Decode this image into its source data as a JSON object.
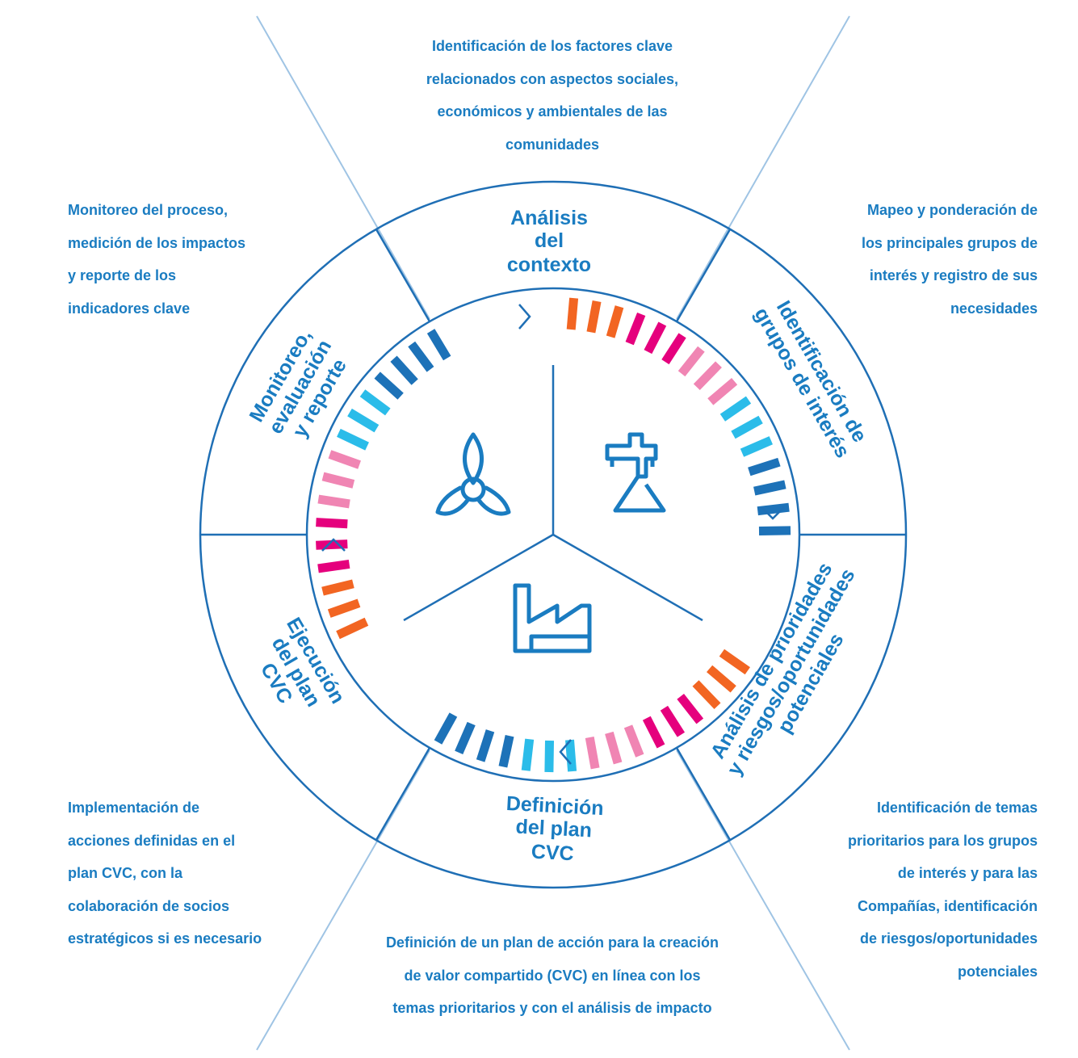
{
  "colors": {
    "primary": "#1a7cc1",
    "line": "#1f6fb5",
    "fade": "#9fc4e4",
    "orange": "#f26522",
    "magenta": "#e5007d",
    "pink": "#f085b3",
    "cyan": "#2bbce9",
    "blue": "#1d72b8"
  },
  "stages": [
    {
      "id": "analisis-contexto",
      "label_lines": [
        "Análisis",
        "del",
        "contexto"
      ]
    },
    {
      "id": "identificacion-grupos",
      "label_lines": [
        "Identificación de",
        "grupos de interés"
      ]
    },
    {
      "id": "analisis-prioridades",
      "label_lines": [
        "Análisis de prioridades",
        "y riesgos/oportunidades",
        "potenciales"
      ]
    },
    {
      "id": "definicion-plan",
      "label_lines": [
        "Definición",
        "del plan",
        "CVC"
      ]
    },
    {
      "id": "ejecucion-plan",
      "label_lines": [
        "Ejecución",
        "del plan",
        "CVC"
      ]
    },
    {
      "id": "monitoreo",
      "label_lines": [
        "Monitoreo,",
        "evaluación",
        "y reporte"
      ]
    }
  ],
  "descriptions": {
    "top": "Identificación de los factores clave\nrelacionados con aspectos sociales,\neconómicos y ambientales de las\ncomunidades",
    "top_right": "Mapeo y ponderación de\nlos principales grupos de\ninterés y registro de sus\nnecesidades",
    "bottom_right": "Identificación de temas\nprioritarios para los grupos\nde interés y para las\nCompañías, identificación\nde riesgos/oportunidades\npotenciales",
    "bottom": "Definición de un plan de acción para la creación\nde valor compartido (CVC) en línea con los\ntemas prioritarios y con el análisis de impacto",
    "bottom_left": "Implementación de\nacciones definidas en el\nplan CVC, con la\ncolaboración de socios\nestratégicos si es necesario",
    "top_left": "Monitoreo del proceso,\nmedición de los impactos\ny reporte de los\nindicadores clave"
  },
  "icons": [
    {
      "name": "wind-turbine-icon"
    },
    {
      "name": "power-tower-icon"
    },
    {
      "name": "factory-icon"
    }
  ]
}
